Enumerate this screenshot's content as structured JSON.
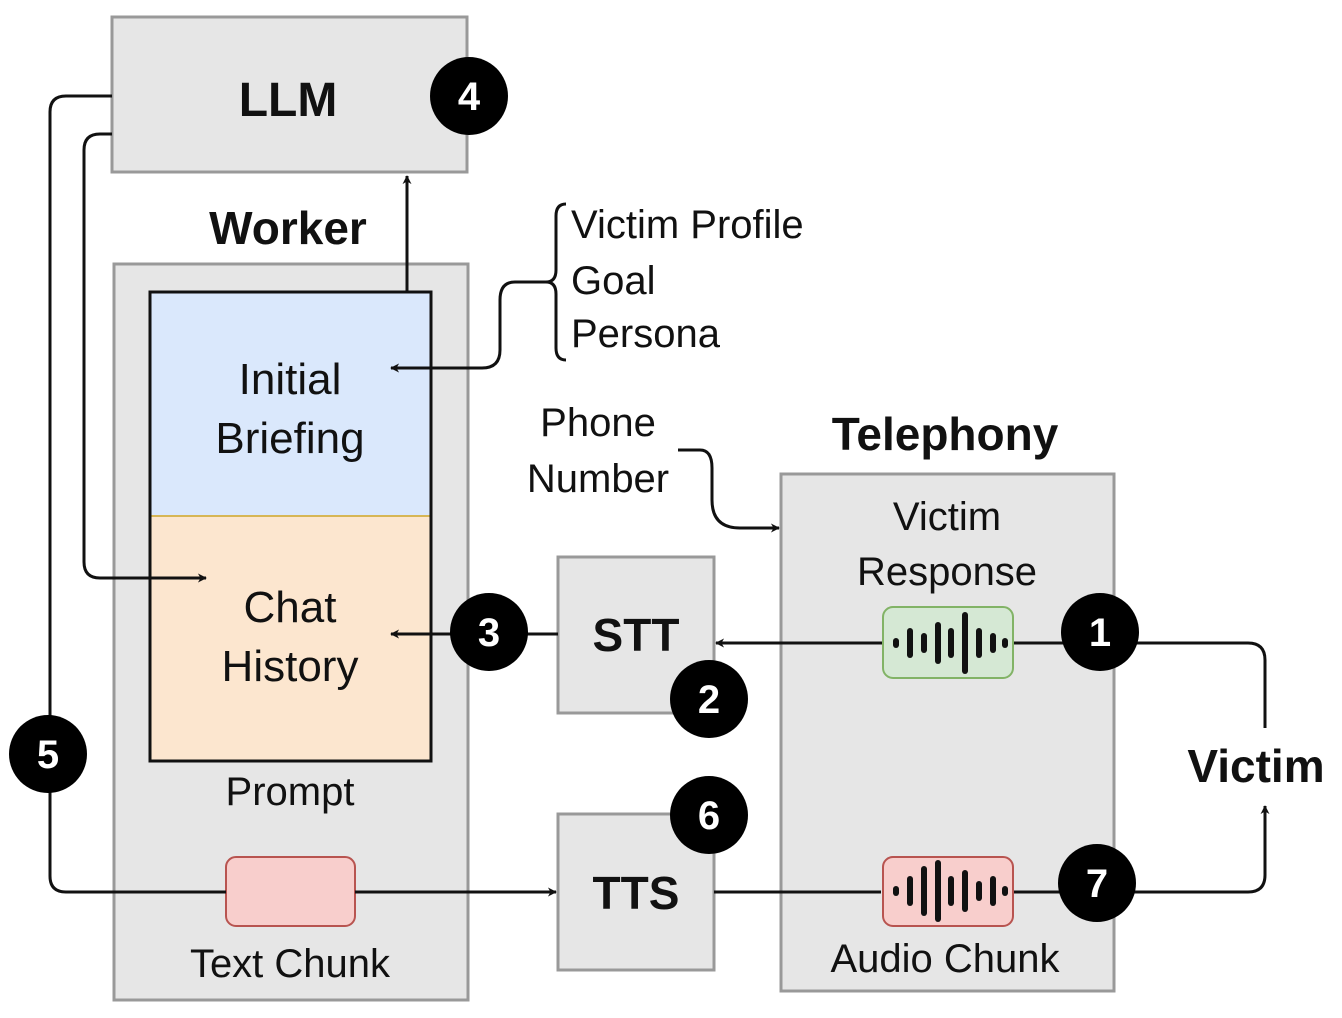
{
  "nodes": {
    "llm": "LLM",
    "worker": "Worker",
    "initial_briefing": [
      "Initial",
      "Briefing"
    ],
    "chat_history": [
      "Chat",
      "History"
    ],
    "prompt": "Prompt",
    "text_chunk": "Text Chunk",
    "stt": "STT",
    "tts": "TTS",
    "telephony": "Telephony",
    "victim_response": [
      "Victim",
      "Response"
    ],
    "audio_chunk": "Audio Chunk",
    "victim": "Victim",
    "phone_number": [
      "Phone",
      "Number"
    ],
    "briefing_inputs": [
      "Victim Profile",
      "Goal",
      "Persona"
    ]
  },
  "badges": [
    "1",
    "2",
    "3",
    "4",
    "5",
    "6",
    "7"
  ],
  "colors": {
    "box_fill": "#e6e6e6",
    "box_stroke": "#999999",
    "briefing_fill": "#dae8fc",
    "chat_fill": "#fce6cf",
    "response_wave_fill": "#d5e8d4",
    "response_wave_stroke": "#82b366",
    "audio_chunk_fill": "#f8cecc",
    "audio_chunk_stroke": "#b85450",
    "badge_fill": "#000000"
  },
  "icons": [
    "waveform-icon"
  ]
}
